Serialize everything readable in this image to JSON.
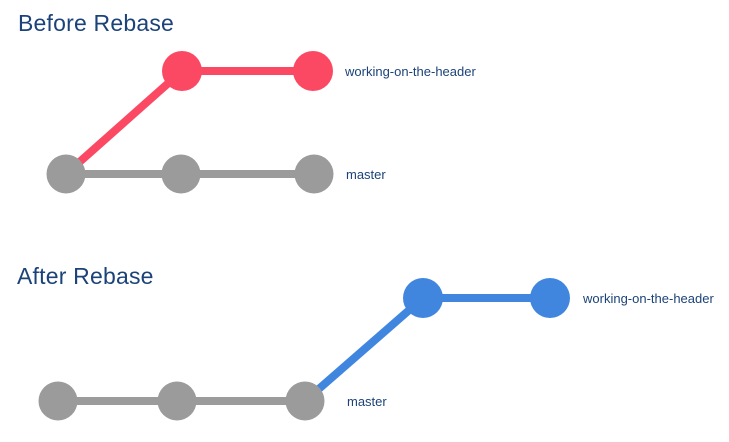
{
  "colors": {
    "pink": "#fb4964",
    "blue": "#4186de",
    "gray": "#9b9b9b",
    "navy": "#1b4379"
  },
  "before": {
    "title": "Before Rebase",
    "master_label": "master",
    "branch_label": "working-on-the-header",
    "master_commit_count": 3,
    "branch_commit_count": 2
  },
  "after": {
    "title": "After Rebase",
    "master_label": "master",
    "branch_label": "working-on-the-header",
    "master_commit_count": 3,
    "branch_commit_count": 2
  }
}
